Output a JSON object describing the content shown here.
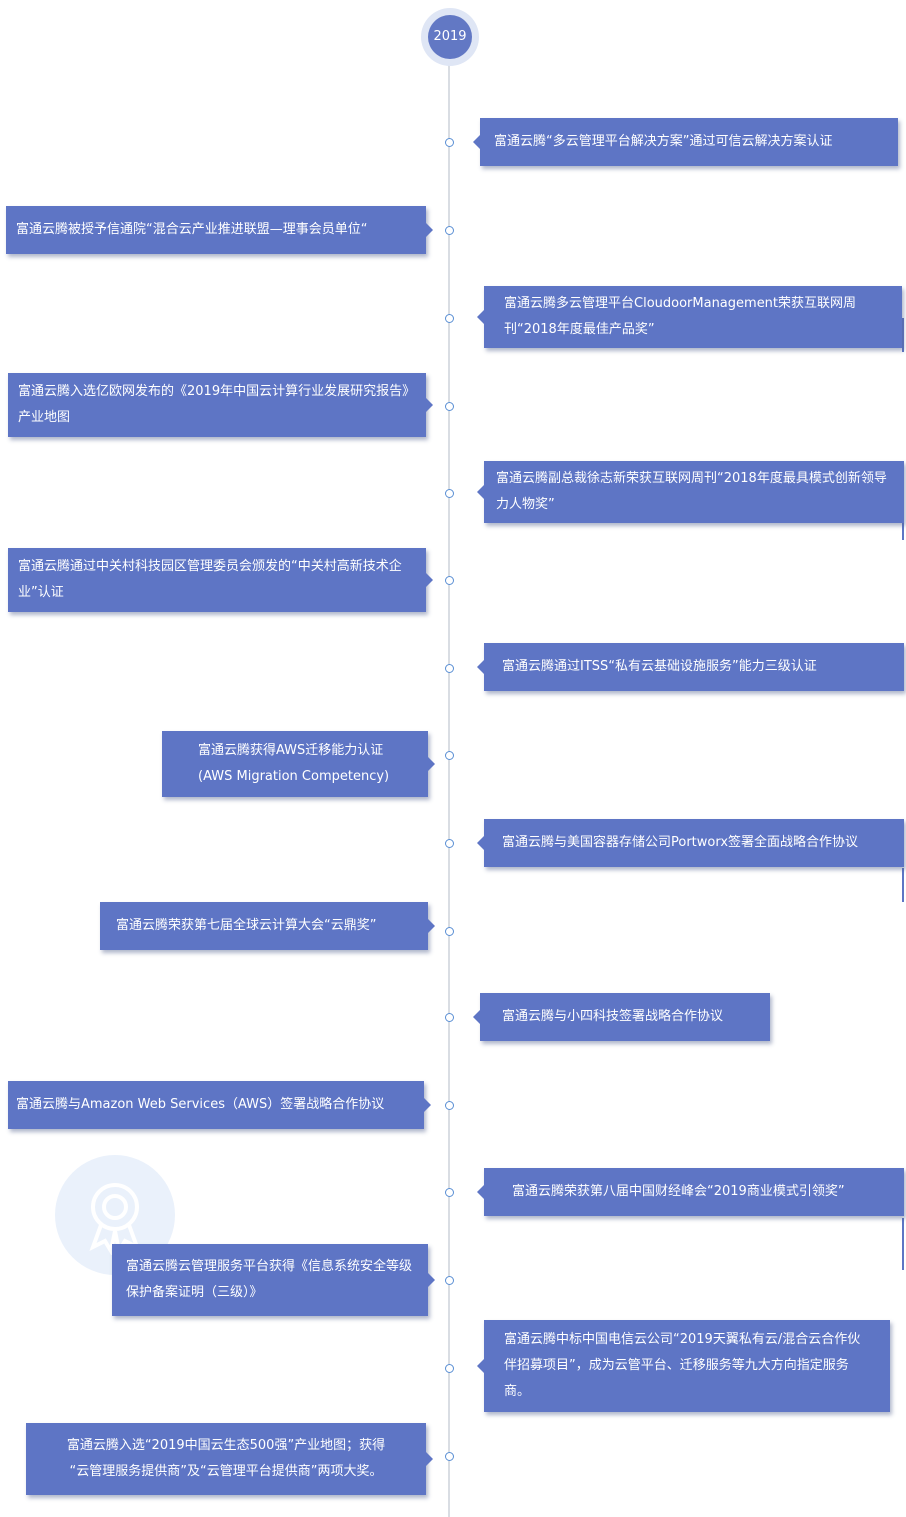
{
  "timeline": {
    "year": "2019",
    "events": [
      "富通云腾“多云管理平台解决方案”通过可信云解决方案认证",
      "富通云腾被授予信通院“混合云产业推进联盟—理事会员单位“",
      "富通云腾多云管理平台CloudoorManagement荣获互联网周刊“2018年度最佳产品奖”",
      "富通云腾入选亿欧网发布的《2019年中国云计算行业发展研究报告》产业地图",
      "富通云腾副总裁徐志新荣获互联网周刊“2018年度最具模式创新领导力人物奖”",
      "富通云腾通过中关村科技园区管理委员会颁发的“中关村高新技术企业”认证",
      "富通云腾通过ITSS“私有云基础设施服务”能力三级认证",
      "富通云腾获得AWS迁移能力认证",
      "(AWS Migration Competency)",
      "富通云腾与美国容器存储公司Portworx签署全面战略合作协议",
      "富通云腾荣获第七届全球云计算大会“云鼎奖”",
      "富通云腾与小四科技签署战略合作协议",
      "富通云腾与Amazon Web Services（AWS）签署战略合作协议",
      "富通云腾荣获第八届中国财经峰会“2019商业模式引领奖”",
      "富通云腾云管理服务平台获得《信息系统安全等级保护备案证明（三级）》",
      "富通云腾中标中国电信云公司“2019天翼私有云/混合云合作伙伴招募项目”，成为云管平台、迁移服务等九大方向指定服务商。",
      "富通云腾入选“2019中国云生态500强”产业地图；获得",
      "“云管理服务提供商”及“云管理平台提供商”两项大奖。"
    ]
  }
}
